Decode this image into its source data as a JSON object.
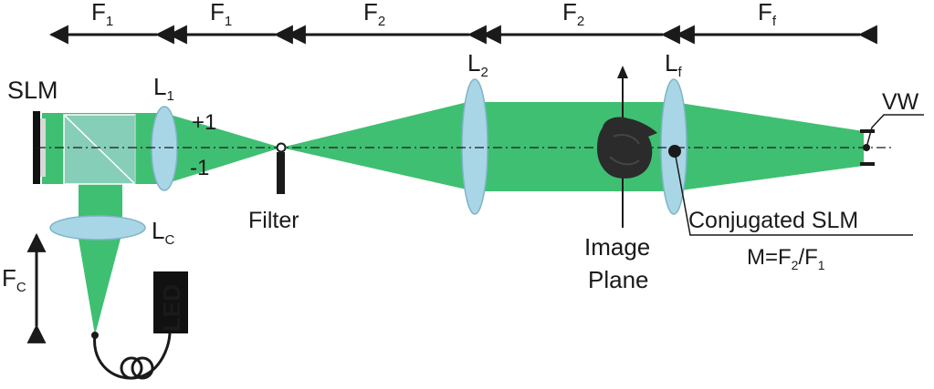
{
  "colors": {
    "beam": "#3fbf72",
    "beam_dark": "#2aa85a",
    "lens": "#a9d6e6",
    "lens_stroke": "#7fb4c8",
    "cube": "#9fd3cf",
    "ink": "#1a1a1a",
    "led_bg": "#111111",
    "led_text": "#ffe600",
    "object": "#2b2b2b"
  },
  "icons": {
    "slm": "slm-rectangle-icon",
    "beam_splitter": "beam-splitter-cube-icon",
    "led": "led-box-icon",
    "fiber": "fiber-coil-icon",
    "object": "image-plane-object-icon"
  },
  "distances": [
    {
      "base": "F",
      "sub": "1"
    },
    {
      "base": "F",
      "sub": "1"
    },
    {
      "base": "F",
      "sub": "2"
    },
    {
      "base": "F",
      "sub": "2"
    },
    {
      "base": "F",
      "sub": "f"
    }
  ],
  "labels": {
    "slm": "SLM",
    "l1_base": "L",
    "l1_sub": "1",
    "l2_base": "L",
    "l2_sub": "2",
    "lf_base": "L",
    "lf_sub": "f",
    "lc_base": "L",
    "lc_sub": "C",
    "fc_base": "F",
    "fc_sub": "C",
    "order_plus": "+1",
    "order_minus": "-1",
    "filter": "Filter",
    "image_plane_1": "Image",
    "image_plane_2": "Plane",
    "conjugated": "Conjugated SLM",
    "mag_prefix": "M=F",
    "mag_sub2": "2",
    "mag_slash": "/F",
    "mag_sub1": "1",
    "vw": "VW",
    "led": "LED"
  }
}
